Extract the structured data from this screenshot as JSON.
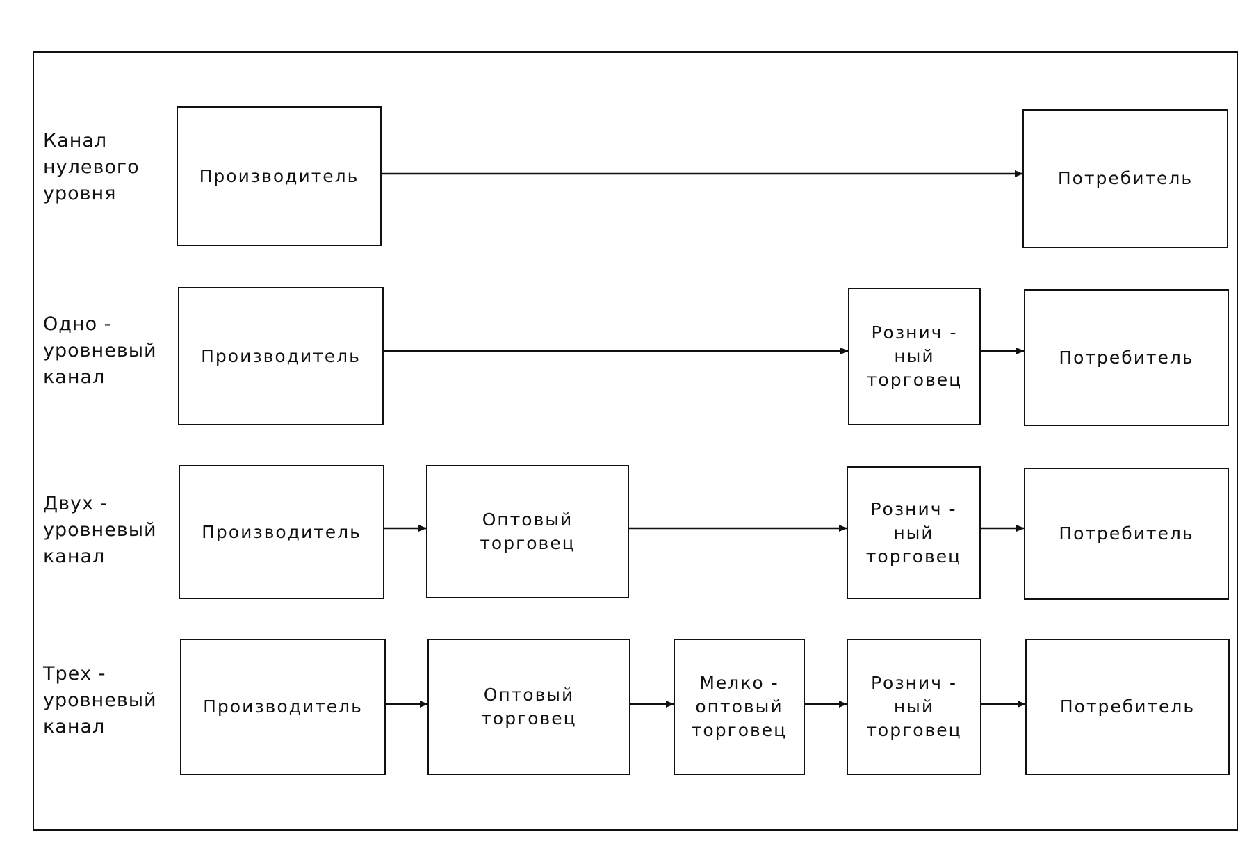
{
  "rows": [
    {
      "label": "Канал\nнулевого\nуровня",
      "boxes": [
        "Производитель",
        "Потребитель"
      ]
    },
    {
      "label": "Одно -\nуровневый\nканал",
      "boxes": [
        "Производитель",
        "Рознич -\nный\nторговец",
        "Потребитель"
      ]
    },
    {
      "label": "Двух -\nуровневый\nканал",
      "boxes": [
        "Производитель",
        "Оптовый\nторговец",
        "Рознич -\nный\nторговец",
        "Потребитель"
      ]
    },
    {
      "label": "Трех -\nуровневый\nканал",
      "boxes": [
        "Производитель",
        "Оптовый\nторговец",
        "Мелко -\nоптовый\nторговец",
        "Рознич -\nный\nторговец",
        "Потребитель"
      ]
    }
  ]
}
